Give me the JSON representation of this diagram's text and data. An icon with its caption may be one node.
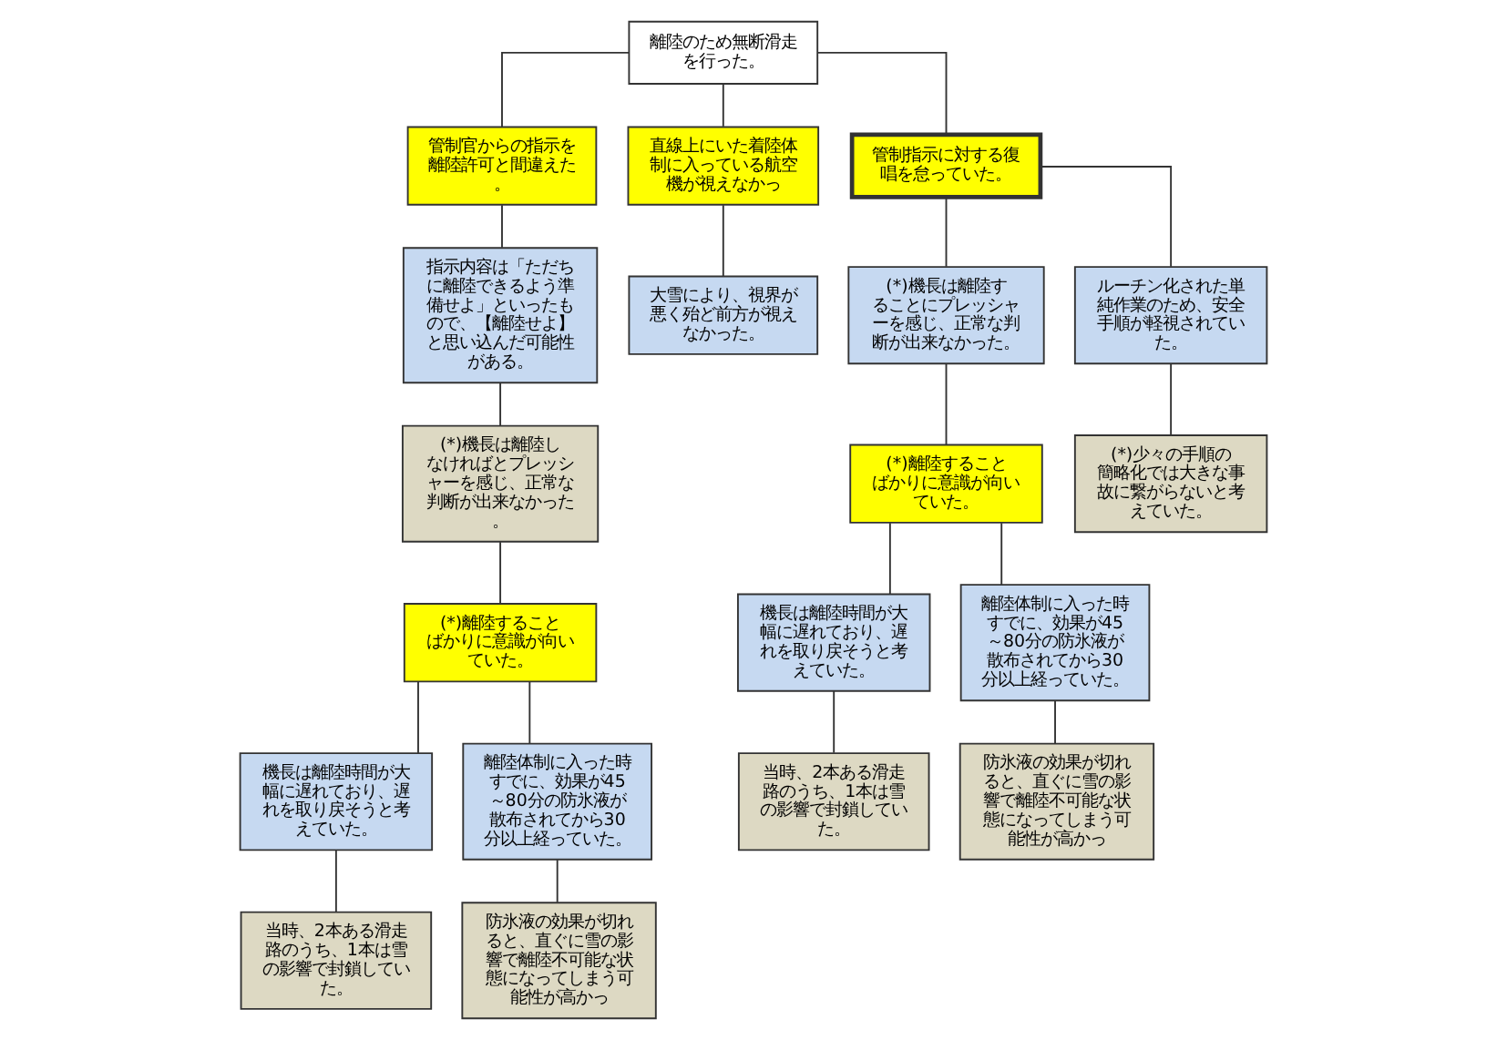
{
  "diagram": {
    "nodes": [
      {
        "text": [
          "離陸のため無断滑走を行った。"
        ]
      },
      {
        "text": [
          "管制官からの指示を離陸許可と間違えた。"
        ]
      },
      {
        "text": [
          "指示内容は「ただちに離陸できるよう準備せよ」といったもので、【離陸せよ】と思い込んだ可能性がある。"
        ]
      },
      {
        "text": [
          "(*)機長は離陸しなければとプレッシャーを感じ、正常な判断が出来なかった。"
        ]
      },
      {
        "text": [
          "(*)離陸することばかりに意識が向いていた。"
        ]
      },
      {
        "text": [
          "機長は離陸時間が大幅に遅れており、遅れを取り戻そうと考えていた。"
        ]
      },
      {
        "text": [
          "当時、2本ある滑走路のうち、1本は雪の影響で封鎖していた。"
        ]
      },
      {
        "text": [
          "離陸体制に入った時すでに、効果が45～80分の防氷液が散布されてから30分以上経っていた。"
        ]
      },
      {
        "text": [
          "防氷液の効果が切れると、直ぐに雪の影響で離陸不可能な状態になってしまう可能性が高かっ"
        ]
      },
      {
        "text": [
          "直線上にいた着陸体制に入っている航空機が視えなかっ"
        ]
      },
      {
        "text": [
          "大雪により、視界が悪く殆ど前方が視えなかった。"
        ]
      },
      {
        "text": [
          "管制指示に対する復唱を怠っていた。"
        ]
      },
      {
        "text": [
          "(*)機長は離陸することにプレッシャーを感じ、正常な判断が出来なかった。"
        ]
      },
      {
        "text": [
          "(*)離陸することばかりに意識が向いていた。"
        ]
      },
      {
        "text": [
          "機長は離陸時間が大幅に遅れており、遅れを取り戻そうと考えていた。"
        ]
      },
      {
        "text": [
          "当時、2本ある滑走路のうち、1本は雪の影響で封鎖していた。"
        ]
      },
      {
        "text": [
          "離陸体制に入った時すでに、効果が45～80分の防氷液が散布されてから30分以上経っていた。"
        ]
      },
      {
        "text": [
          "防氷液の効果が切れると、直ぐに雪の影響で離陸不可能な状態になってしまう可能性が高かっ"
        ]
      },
      {
        "text": [
          "ルーチン化された単純作業のため、安全手順が軽視されていた。"
        ]
      },
      {
        "text": [
          "(*)少々の手順の簡略化では大きな事故に繋がらないと考えていた。"
        ]
      }
    ],
    "edges": [
      {
        "from": 0,
        "to": 1,
        "arrow": "none"
      },
      {
        "from": 1,
        "to": 2,
        "arrow": "none"
      },
      {
        "from": 2,
        "to": 3,
        "arrow": "none"
      },
      {
        "from": 3,
        "to": 4,
        "arrow": "none"
      },
      {
        "from": 4,
        "to": 5,
        "arrow": "none"
      },
      {
        "from": 5,
        "to": 6,
        "arrow": "none"
      },
      {
        "from": 4,
        "to": 7,
        "arrow": "none"
      },
      {
        "from": 7,
        "to": 8,
        "arrow": "none"
      },
      {
        "from": 0,
        "to": 9,
        "arrow": "none"
      },
      {
        "from": 9,
        "to": 10,
        "arrow": "none"
      },
      {
        "from": 0,
        "to": 11,
        "arrow": "none"
      },
      {
        "from": 11,
        "to": 12,
        "arrow": "none"
      },
      {
        "from": 12,
        "to": 13,
        "arrow": "none"
      },
      {
        "from": 13,
        "to": 14,
        "arrow": "none"
      },
      {
        "from": 14,
        "to": 15,
        "arrow": "none"
      },
      {
        "from": 13,
        "to": 16,
        "arrow": "none"
      },
      {
        "from": 16,
        "to": 17,
        "arrow": "none"
      },
      {
        "from": 11,
        "to": 18,
        "arrow": "none"
      },
      {
        "from": 18,
        "to": 19,
        "arrow": "none"
      }
    ]
  }
}
